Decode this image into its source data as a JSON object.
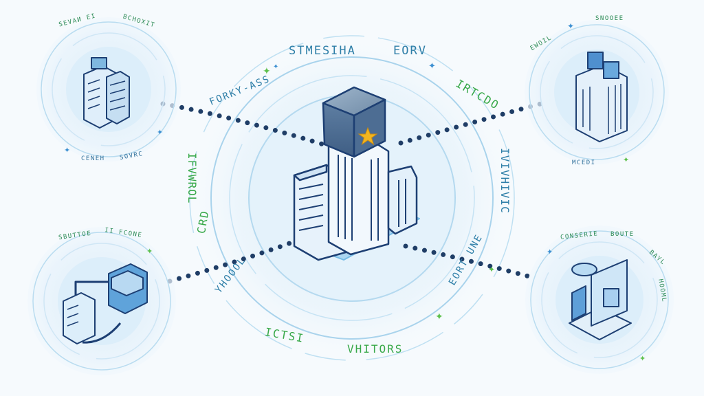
{
  "hub": {
    "ring_labels": {
      "top_left": "FORKY-ASS",
      "top_center": "STMESIHA",
      "top_right": "EORV",
      "right_upper": "IRTCDO",
      "right_vertical": "IVIVHIVIC",
      "right_lower": "EORT UNE",
      "bottom_right": "VHITORS",
      "bottom_left": "ICTSI",
      "left_lower": "YHOOOL",
      "left_code": "CRD",
      "left_vertical": "IFVWROL"
    }
  },
  "nodes": {
    "top_left": {
      "labels": [
        "SEVAИ EI",
        "BCHOXIT",
        "CENEH",
        "SOVRC"
      ]
    },
    "top_right": {
      "labels": [
        "SNOOEE",
        "EWOIL",
        "MCEDI"
      ]
    },
    "bottom_left": {
      "labels": [
        "SBUTTOE",
        "II FCONE"
      ]
    },
    "bottom_right": {
      "labels": [
        "CONSERIE",
        "BOUTE",
        "BAYL",
        "HOOML"
      ]
    }
  },
  "colors": {
    "ring": "#a9d3ec",
    "node_fill": "#d9edf9",
    "dots": "#1f3d66",
    "accent_green": "#39a94a",
    "accent_blue": "#2f7fa8",
    "star": "#f2b51f"
  }
}
